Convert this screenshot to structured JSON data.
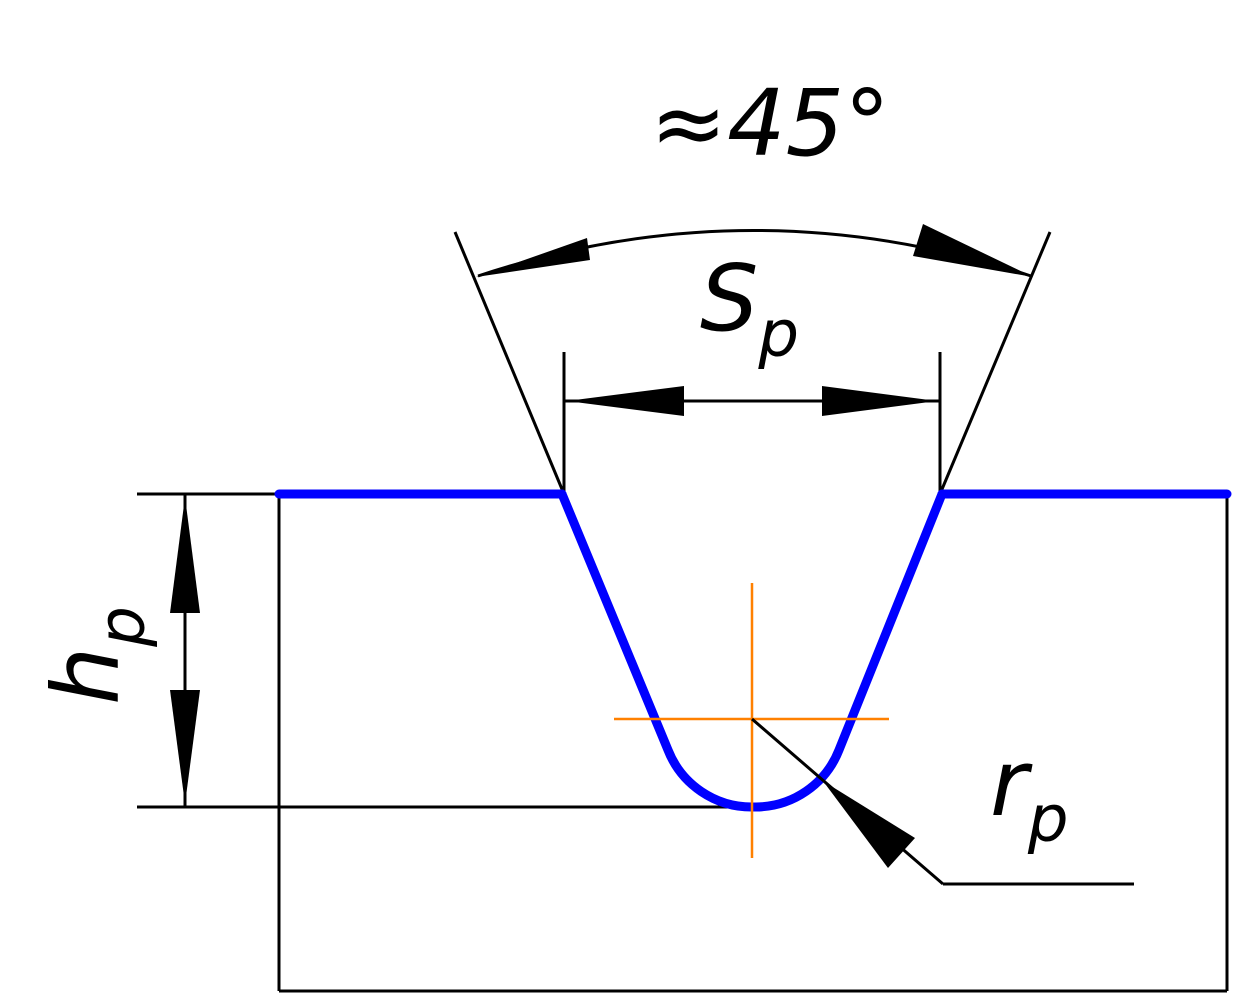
{
  "diagram": {
    "angle_label": "≈45°",
    "width_label": {
      "main": "S",
      "sub": "p"
    },
    "depth_label": {
      "main": "h",
      "sub": "p"
    },
    "radius_label": {
      "main": "r",
      "sub": "p"
    }
  },
  "colors": {
    "profile": "#0000ff",
    "centerlines": "#ff8000",
    "lines": "#000000",
    "background": "#ffffff"
  }
}
